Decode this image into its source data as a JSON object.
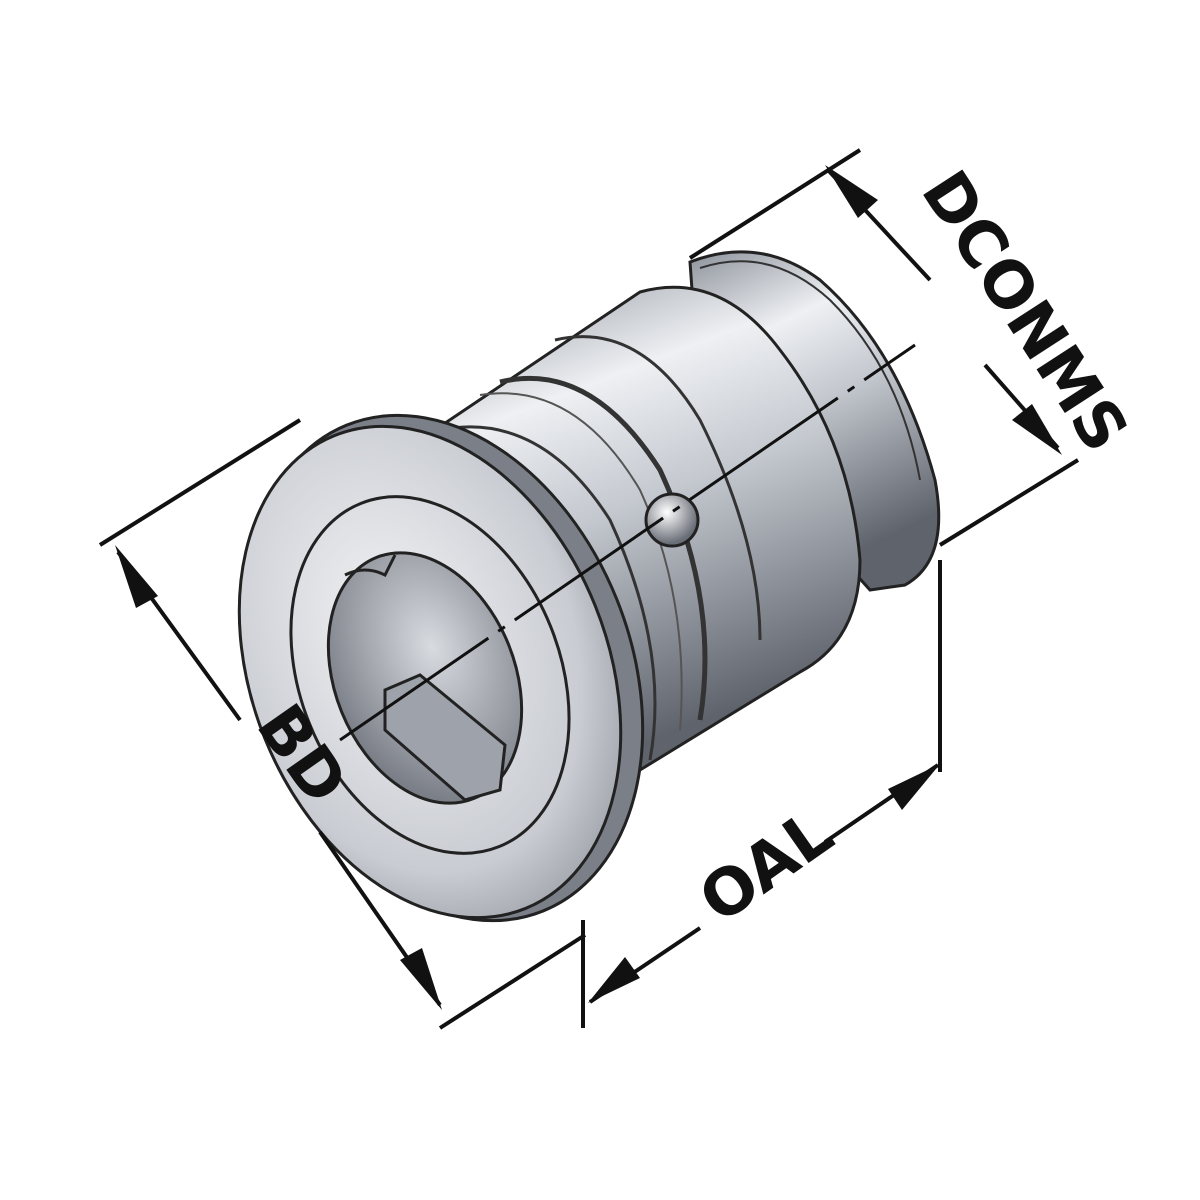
{
  "diagram": {
    "labels": {
      "dconms": "DCONMS",
      "bd": "BD",
      "oal": "OAL"
    },
    "colors": {
      "line": "#111111",
      "metal_light": "#e6e8ec",
      "metal_mid": "#a9adb6",
      "metal_dark": "#5d616b"
    }
  }
}
